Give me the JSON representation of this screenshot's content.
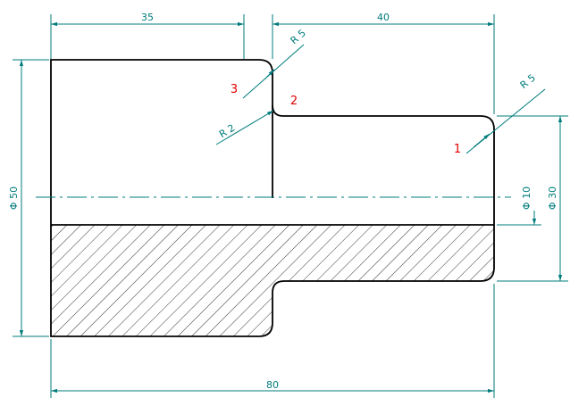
{
  "colors": {
    "outline": "#000000",
    "dimension": "#007b7b",
    "marker": "#e00000",
    "hatch": "#000000",
    "background": "#ffffff"
  },
  "dimensions": {
    "len_left": "35",
    "len_right": "40",
    "len_total": "80",
    "dia_outer": "Φ 50",
    "dia_mid": "Φ 30",
    "dia_bore": "Φ 10",
    "radius_top": "R 5",
    "radius_fillet": "R 2",
    "radius_right": "R 5"
  },
  "markers": {
    "m1": "1",
    "m2": "2",
    "m3": "3"
  }
}
